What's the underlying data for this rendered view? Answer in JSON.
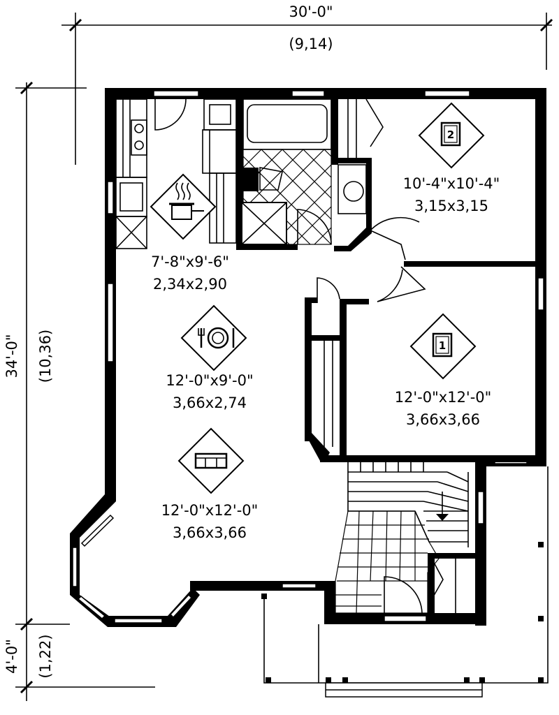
{
  "overall": {
    "width_imperial": "30'-0\"",
    "width_metric": "(9,14)",
    "depth_imperial": "34'-0\"",
    "depth_metric": "(10,36)",
    "porch_imperial": "4'-0\"",
    "porch_metric": "(1,22)"
  },
  "rooms": {
    "kitchen": {
      "icon": "cooking-pot-icon",
      "size_imperial": "7'-8\"x9'-6\"",
      "size_metric": "2,34x2,90"
    },
    "dining": {
      "icon": "plate-fork-knife-icon",
      "size_imperial": "12'-0\"x9'-0\"",
      "size_metric": "3,66x2,74"
    },
    "living": {
      "icon": "sofa-icon",
      "size_imperial": "12'-0\"x12'-0\"",
      "size_metric": "3,66x3,66"
    },
    "bedroom2": {
      "icon": "bed-icon",
      "badge": "2",
      "size_imperial": "10'-4\"x10'-4\"",
      "size_metric": "3,15x3,15"
    },
    "bedroom1": {
      "icon": "bed-icon",
      "badge": "1",
      "size_imperial": "12'-0\"x12'-0\"",
      "size_metric": "3,66x3,66"
    }
  }
}
